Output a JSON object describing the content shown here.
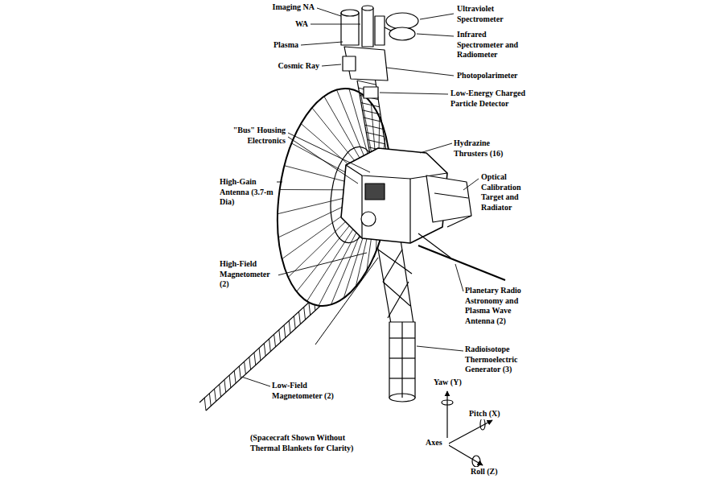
{
  "diagram": {
    "labels": [
      "Imaging NA",
      "WA",
      "Plasma",
      "Cosmic Ray",
      "Ultraviolet Spectrometer",
      "Infrared Spectrometer and Radiometer",
      "Photopolarimeter",
      "Low-Energy Charged Particle Detector",
      "\"Bus\" Housing Electronics",
      "Hydrazine Thrusters (16)",
      "Optical Calibration Target and Radiator",
      "High-Gain Antenna (3.7-m Dia)",
      "High-Field Magnetometer (2)",
      "Planetary Radio Astronomy and Plasma Wave Antenna (2)",
      "Radioisotope Thermoelectric Generator (3)",
      "Low-Field Magnetometer (2)",
      "Yaw (Y)",
      "Pitch (X)",
      "Axes",
      "Roll (Z)",
      "(Spacecraft Shown Without Thermal Blankets for Clarity)"
    ]
  }
}
